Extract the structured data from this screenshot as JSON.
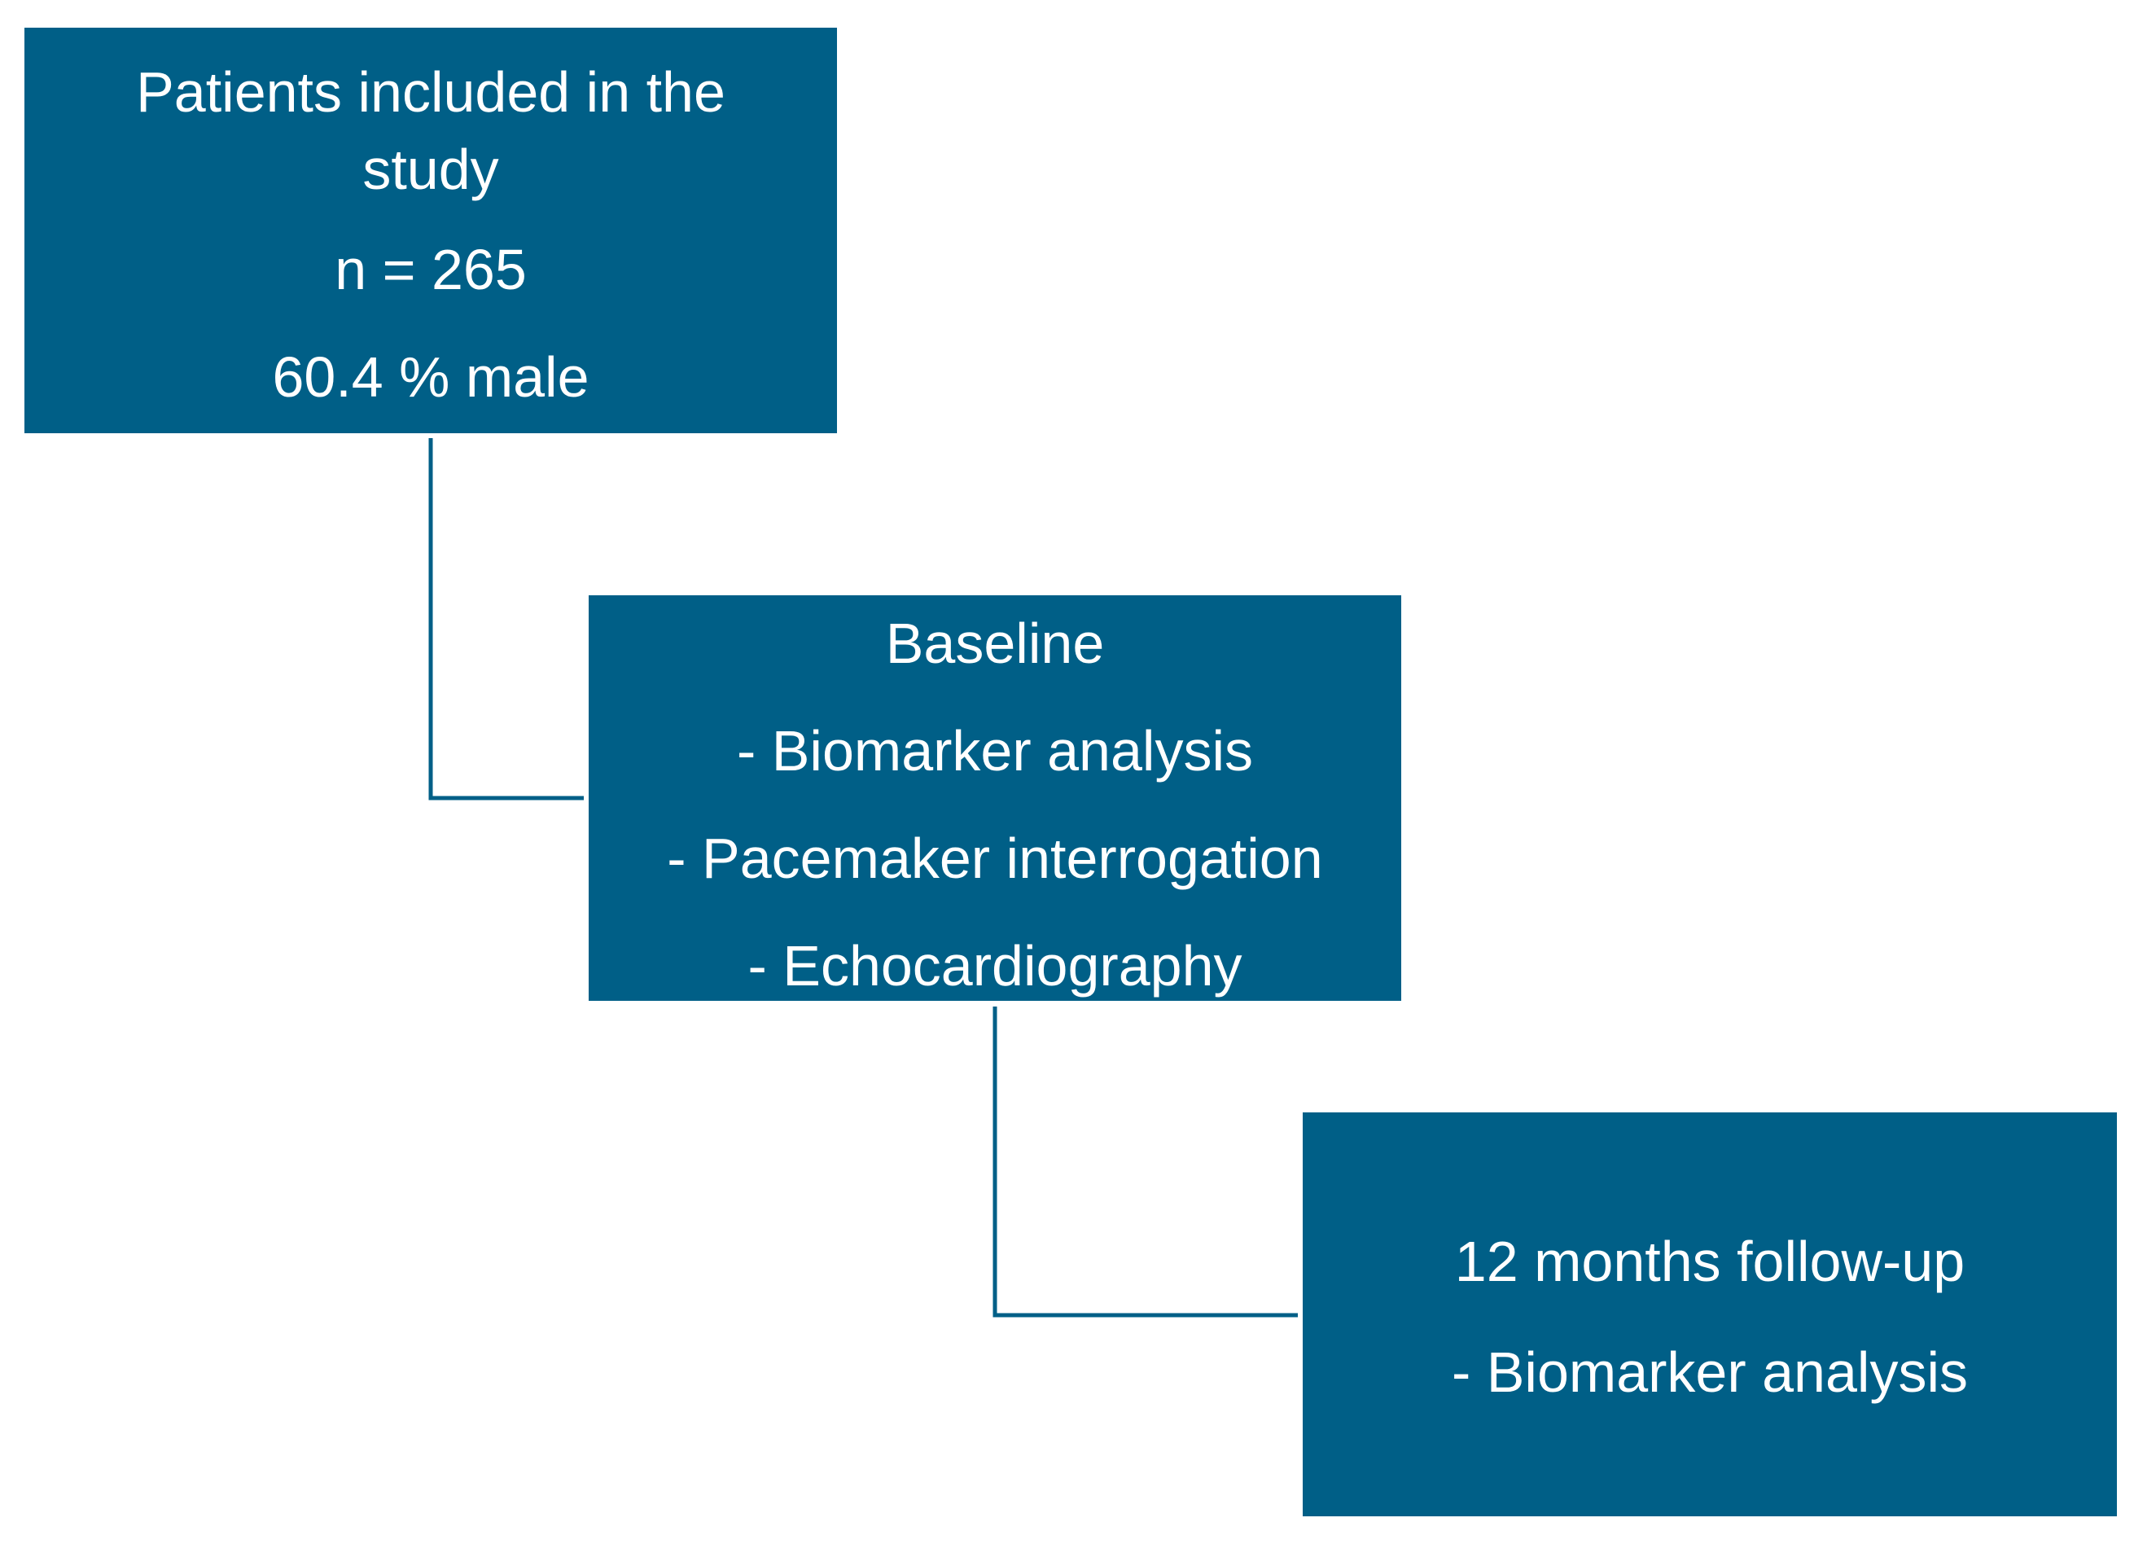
{
  "diagram": {
    "colors": {
      "box_fill": "#005f87",
      "box_text": "#ffffff",
      "connector": "#005f87",
      "background": "#ffffff"
    },
    "nodes": [
      {
        "id": "study-population",
        "lines": [
          "Patients included in the study",
          "n = 265",
          "60.4 % male"
        ]
      },
      {
        "id": "baseline",
        "lines": [
          "Baseline",
          "- Biomarker analysis",
          "- Pacemaker interrogation",
          "- Echocardiography"
        ]
      },
      {
        "id": "follow-up",
        "lines": [
          "12 months follow-up",
          "- Biomarker analysis"
        ]
      }
    ],
    "edges": [
      {
        "from": "study-population",
        "to": "baseline"
      },
      {
        "from": "baseline",
        "to": "follow-up"
      }
    ]
  }
}
